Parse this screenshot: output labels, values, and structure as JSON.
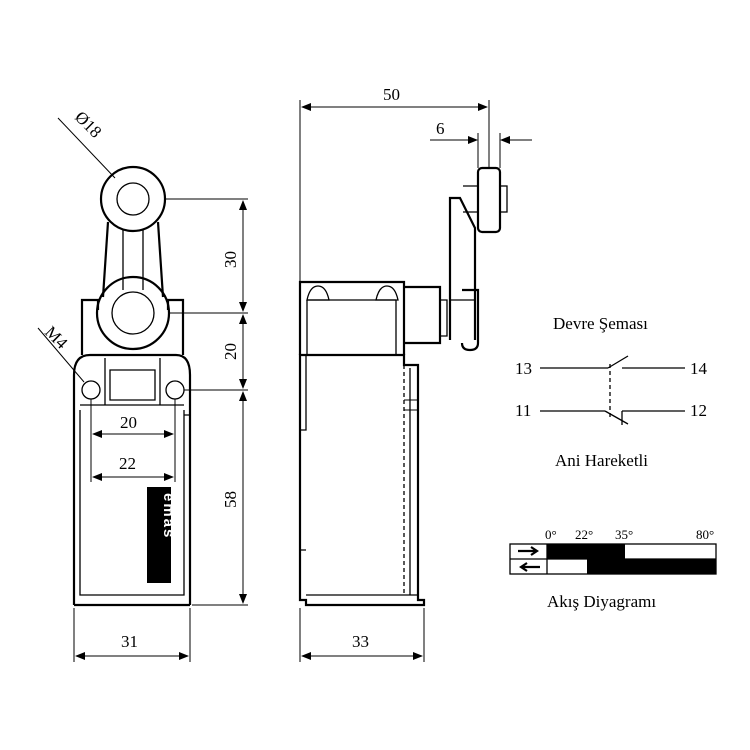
{
  "dimensions": {
    "diameter": "Ø18",
    "thread": "M4",
    "d30": "30",
    "d20_vertical": "20",
    "d58": "58",
    "d20_holes": "20",
    "d22": "22",
    "d31": "31",
    "d50": "50",
    "d6": "6",
    "d33": "33"
  },
  "brand": "emas",
  "circuit": {
    "title": "Devre Şeması",
    "t13": "13",
    "t14": "14",
    "t11": "11",
    "t12": "12",
    "action": "Ani Hareketli"
  },
  "flow": {
    "title": "Akış Diyagramı",
    "a0": "0°",
    "a22": "22°",
    "a35": "35°",
    "a80": "80°"
  }
}
